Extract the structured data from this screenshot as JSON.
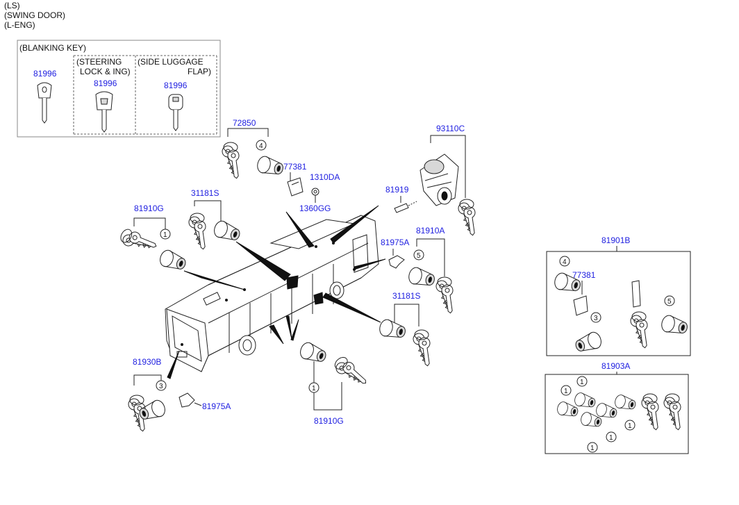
{
  "header": {
    "line1": "(LS)",
    "line2": "(SWING DOOR)",
    "line3": "(L-ENG)"
  },
  "blanking_box": {
    "title": "(BLANKING KEY)",
    "steering_line1": "(STEERING",
    "steering_line2": "LOCK & ING)",
    "luggage_line1": "(SIDE LUGGAGE",
    "luggage_line2": "FLAP)"
  },
  "parts": {
    "p81996_a": "81996",
    "p81996_b": "81996",
    "p81996_c": "81996",
    "p72850": "72850",
    "p77381": "77381",
    "p1310DA": "1310DA",
    "p1360GG": "1360GG",
    "p31181S_top": "31181S",
    "p81910G_top": "81910G",
    "p93110C": "93110C",
    "p81919": "81919",
    "p81910A": "81910A",
    "p81975A_right": "81975A",
    "p31181S_right": "31181S",
    "p81930B": "81930B",
    "p81975A_bottom": "81975A",
    "p81910G_bottom": "81910G",
    "p81901B": "81901B",
    "p77381_box": "77381",
    "p81903A": "81903A"
  },
  "callouts": {
    "c1": "1",
    "c3": "3",
    "c4": "4",
    "c5": "5"
  },
  "colors": {
    "label": "#1d1de0",
    "line": "#222222"
  }
}
